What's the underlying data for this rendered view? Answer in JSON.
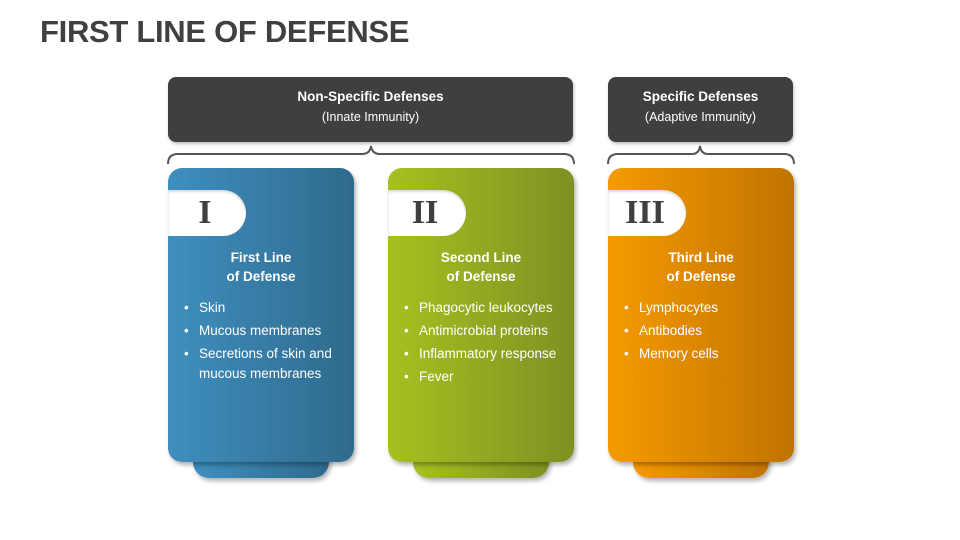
{
  "title": "FIRST LINE OF DEFENSE",
  "groups": [
    {
      "heading": "Non-Specific Defenses",
      "subheading": "(Innate Immunity)"
    },
    {
      "heading": "Specific Defenses",
      "subheading": "(Adaptive Immunity)"
    }
  ],
  "cards": [
    {
      "numeral": "I",
      "title_line1": "First Line",
      "title_line2": "of Defense",
      "color": "#3a85b3",
      "items": [
        "Skin",
        "Mucous membranes",
        "Secretions of skin and mucous membranes"
      ]
    },
    {
      "numeral": "II",
      "title_line1": "Second Line",
      "title_line2": "of Defense",
      "color": "#9ab322",
      "items": [
        "Phagocytic leukocytes",
        "Antimicrobial proteins",
        "Inflammatory response",
        "Fever"
      ]
    },
    {
      "numeral": "III",
      "title_line1": "Third Line",
      "title_line2": "of Defense",
      "color": "#ee9200",
      "items": [
        "Lymphocytes",
        "Antibodies",
        "Memory cells"
      ]
    }
  ],
  "colors": {
    "header_bg": "#3f3f3f",
    "title_text": "#404040"
  }
}
